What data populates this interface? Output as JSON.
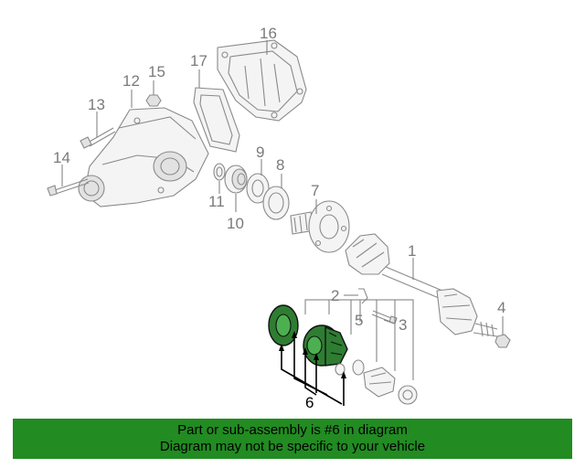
{
  "callouts": {
    "c1": "1",
    "c2": "2",
    "c3": "3",
    "c4": "4",
    "c5": "5",
    "c6": "6",
    "c7": "7",
    "c8": "8",
    "c9": "9",
    "c10": "10",
    "c11": "11",
    "c12": "12",
    "c13": "13",
    "c14": "14",
    "c15": "15",
    "c16": "16",
    "c17": "17"
  },
  "banner": {
    "line1": "Part or sub-assembly is #6 in diagram",
    "line2": "Diagram may not be specific to your vehicle"
  },
  "colors": {
    "banner_bg": "#228b22",
    "highlight": "#2e7d32"
  }
}
